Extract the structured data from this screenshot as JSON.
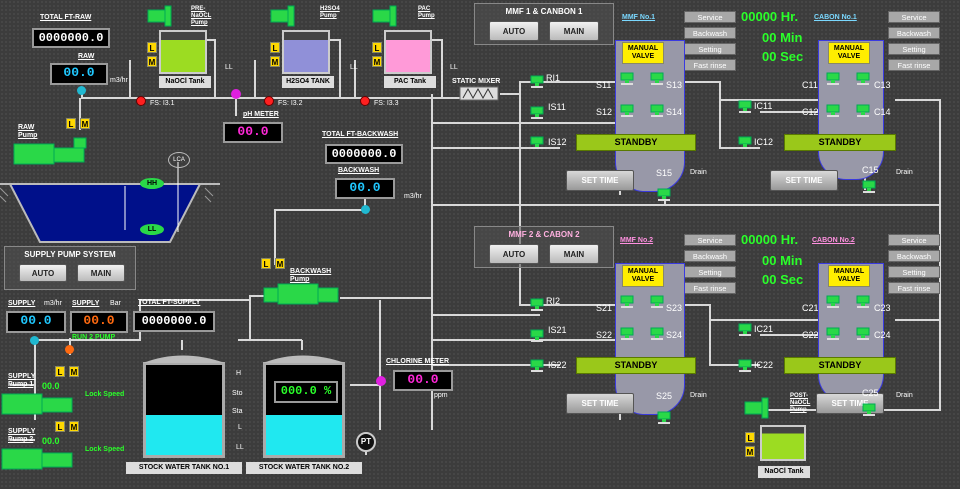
{
  "colors": {
    "bg": "#3c3c3c",
    "water": "#00108a",
    "cyan": "#20e8f0",
    "green": "#2aff2a",
    "yellow": "#ffee00"
  },
  "totals": {
    "raw_label": "TOTAL FT-RAW",
    "raw_value": "0000000.0",
    "raw_flow_label": "RAW",
    "raw_flow_value": "00.0",
    "raw_flow_unit": "m3/hr",
    "backwash_total_label": "TOTAL FT-BACKWASH",
    "backwash_total_value": "0000000.0",
    "backwash_flow_label": "BACKWASH",
    "backwash_flow_value": "00.0",
    "backwash_flow_unit": "m3/hr",
    "supply_total_label": "TOTAL FT-SUPPLY",
    "supply_total_value": "0000000.0"
  },
  "ph": {
    "label": "pH METER",
    "value": "00.0"
  },
  "chlorine": {
    "label": "CHLORINE METER",
    "value": "00.0",
    "unit": "ppm"
  },
  "dosing": {
    "pre_naocl_pump": "PRE-NaOCL Pump",
    "naocl_tank": "NaOCl Tank",
    "h2so4_pump": "H2SO4 Pump",
    "h2so4_tank": "H2SO4 TANK",
    "pac_pump": "PAC Pump",
    "pac_tank": "PAC Tank",
    "ll": "LL",
    "fs1": "FS: I3.1",
    "fs2": "FS: I3.2",
    "fs3": "FS: I3.3",
    "static_mixer": "STATIC MIXER",
    "post_naocl_pump": "POST-NaOCL Pump",
    "post_naocl_tank": "NaOCl Tank"
  },
  "raw_pump": {
    "label": "RAW Pump",
    "lca": "LCA",
    "hh": "HH",
    "ll": "LL"
  },
  "supply_system": {
    "title": "SUPPLY PUMP SYSTEM",
    "auto": "AUTO",
    "main": "MAIN",
    "supply_label": "SUPPLY",
    "supply_unit": "m3/hr",
    "supply_value": "00.0",
    "pressure_label": "SUPPLY",
    "pressure_unit": "Bar",
    "pressure_value": "00.0",
    "run_text": "RUN 2 PUMP",
    "pump1": "SUPPLY Pump 1",
    "pump1_speed": "00.0",
    "pump2": "SUPPLY Pump 2",
    "pump2_speed": "00.0",
    "lock_speed": "Lock Speed"
  },
  "backwash_pump": "BACKWASH Pump",
  "tanks": {
    "tank1": "STOCK WATER TANK NO.1",
    "tank2": "STOCK WATER TANK NO.2",
    "tank2_percent": "000.0 %",
    "levels": [
      "H",
      "Sto",
      "Sta",
      "L",
      "LL"
    ],
    "pt": "PT",
    "tank1_level": 0.45,
    "tank2_level": 0.45
  },
  "mm": {
    "L": "L",
    "M": "M"
  },
  "groups": [
    {
      "title": "MMF 1 & CANBON 1",
      "auto": "AUTO",
      "main": "MAIN",
      "mmf": "MMF No.1",
      "cabon": "CABON No.1",
      "hours": "00000 Hr.",
      "mins": "00 Min",
      "secs": "00 Sec",
      "service": "Service",
      "backwash": "Backwash",
      "setting": "Setting",
      "fast_rinse": "Fast rinse",
      "manual_valve": "MANUAL VALVE",
      "standby": "STANDBY",
      "set_time": "SET TIME",
      "drain": "Drain",
      "valves": {
        "ri": "RI1",
        "is1": "IS11",
        "is2": "IS12",
        "s1": "S11",
        "s2": "S12",
        "s3": "S13",
        "s4": "S14",
        "s5": "S15",
        "ic1": "IC11",
        "ic2": "IC12",
        "c1": "C11",
        "c2": "C12",
        "c3": "C13",
        "c4": "C14",
        "c5": "C15"
      }
    },
    {
      "title": "MMF 2 & CABON 2",
      "auto": "AUTO",
      "main": "MAIN",
      "mmf": "MMF No.2",
      "cabon": "CABON No.2",
      "hours": "00000 Hr.",
      "mins": "00 Min",
      "secs": "00 Sec",
      "service": "Service",
      "backwash": "Backwash",
      "setting": "Setting",
      "fast_rinse": "Fast rinse",
      "manual_valve": "MANUAL VALVE",
      "standby": "STANDBY",
      "set_time": "SET TIME",
      "drain": "Drain",
      "valves": {
        "ri": "RI2",
        "is1": "IS21",
        "is2": "IS22",
        "s1": "S21",
        "s2": "S22",
        "s3": "S23",
        "s4": "S24",
        "s5": "S25",
        "ic1": "IC21",
        "ic2": "IC22",
        "c1": "C21",
        "c2": "C22",
        "c3": "C23",
        "c4": "C24",
        "c5": "C25"
      }
    }
  ]
}
